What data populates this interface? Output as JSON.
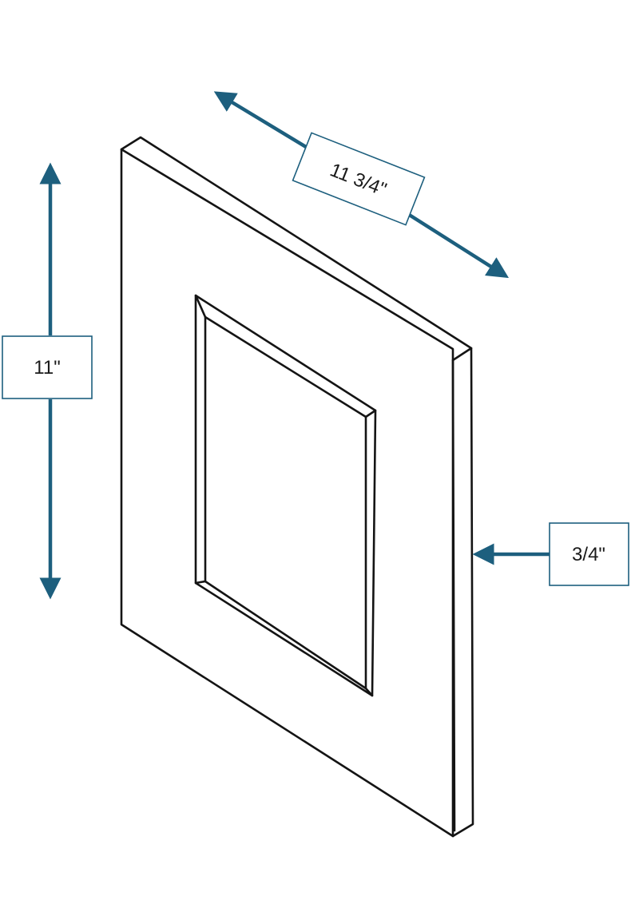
{
  "colors": {
    "accent": "#1d5f7e",
    "outline": "#141414"
  },
  "dimensions": {
    "height": {
      "label": "11\""
    },
    "width": {
      "label": "11 3/4\""
    },
    "thickness": {
      "label": "3/4\""
    }
  }
}
